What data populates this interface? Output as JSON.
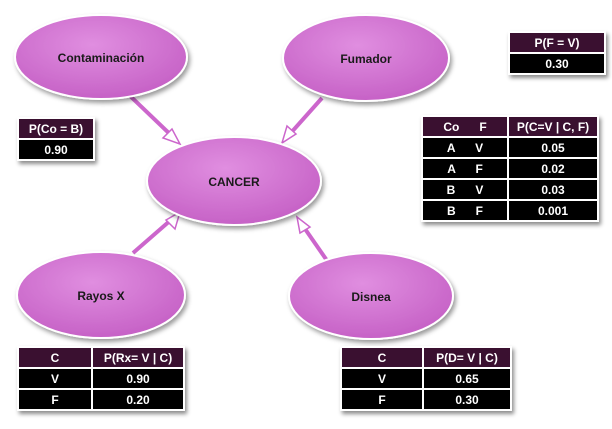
{
  "colors": {
    "node_fill": "#cc66cc",
    "node_stroke": "#ffffff",
    "arrow": "#cc66cc",
    "table_header": "#3a1030",
    "table_cell": "#000000"
  },
  "nodes": {
    "contaminacion": "Contaminación",
    "fumador": "Fumador",
    "cancer": "CANCER",
    "rayos_x": "Rayos X",
    "disnea": "Disnea"
  },
  "tables": {
    "p_fumador": {
      "header": "P(F = V)",
      "value": "0.30"
    },
    "p_contaminacion": {
      "header": "P(Co = B)",
      "value": "0.90"
    },
    "p_cancer": {
      "headers": [
        "Co      F",
        "P(C=V | C, F)"
      ],
      "rows": [
        {
          "parents": "A      V",
          "value": "0.05"
        },
        {
          "parents": "A      F",
          "value": "0.02"
        },
        {
          "parents": "B      V",
          "value": "0.03"
        },
        {
          "parents": "B      F",
          "value": "0.001"
        }
      ]
    },
    "p_rayos_x": {
      "headers": [
        "C",
        "P(Rx= V | C)"
      ],
      "rows": [
        {
          "parent": "V",
          "value": "0.90"
        },
        {
          "parent": "F",
          "value": "0.20"
        }
      ]
    },
    "p_disnea": {
      "headers": [
        "C",
        "P(D= V | C)"
      ],
      "rows": [
        {
          "parent": "V",
          "value": "0.65"
        },
        {
          "parent": "F",
          "value": "0.30"
        }
      ]
    }
  }
}
